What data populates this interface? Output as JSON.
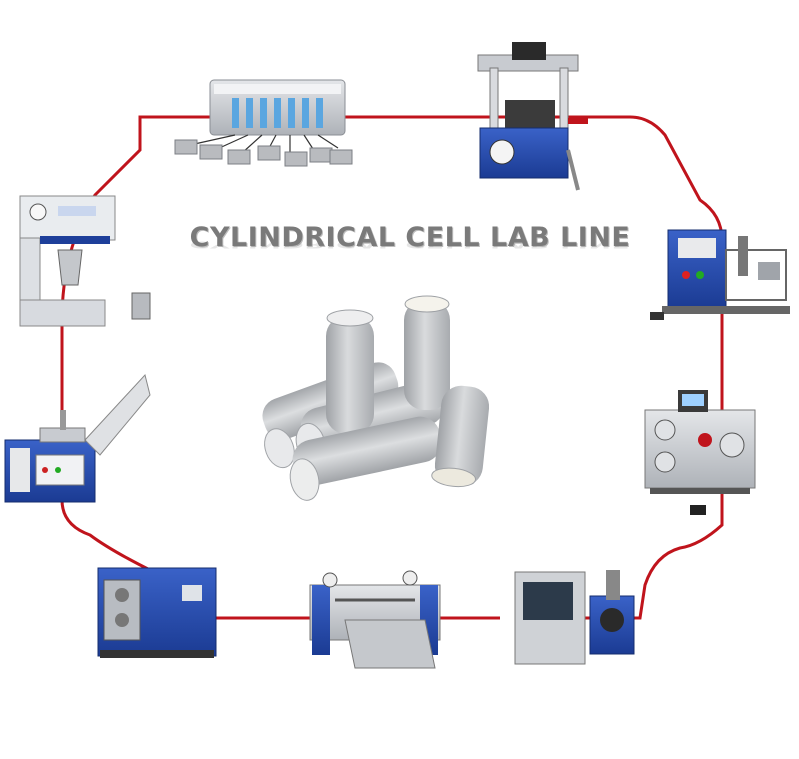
{
  "diagram": {
    "title": "CYLINDRICAL CELL LAB LINE",
    "colors": {
      "loop": "#c0141c",
      "machine_blue": "#2346a8",
      "steel": "#c9ccd1",
      "cell": "#c2c4c7",
      "title": "#7a7a7a"
    },
    "stations": [
      {
        "id": "battery-tester",
        "icon": "multi-channel-tester-icon"
      },
      {
        "id": "crimping-press",
        "icon": "hydraulic-press-icon"
      },
      {
        "id": "tab-welder",
        "icon": "spot-welder-icon"
      },
      {
        "id": "winding-machine",
        "icon": "winding-machine-icon"
      },
      {
        "id": "ultrasonic-welder",
        "icon": "ultrasonic-welder-icon"
      },
      {
        "id": "slitting-machine",
        "icon": "slitter-icon"
      },
      {
        "id": "calendering-machine",
        "icon": "rolling-press-icon"
      },
      {
        "id": "coating-machine",
        "icon": "coater-icon"
      },
      {
        "id": "vacuum-mixer",
        "icon": "mixer-icon"
      }
    ],
    "center_icon": "cylindrical-cells-icon"
  }
}
